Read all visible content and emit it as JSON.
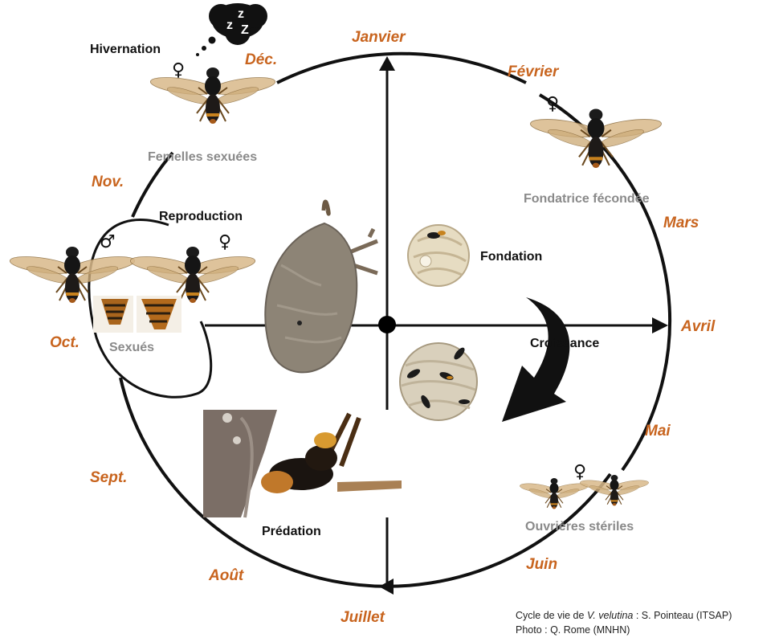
{
  "months": {
    "jan": "Janvier",
    "feb": "Février",
    "mar": "Mars",
    "apr": "Avril",
    "may": "Mai",
    "jun": "Juin",
    "jul": "Juillet",
    "aug": "Août",
    "sep": "Sept.",
    "oct": "Oct.",
    "nov": "Nov.",
    "dec": "Déc."
  },
  "stages": {
    "hibernation": "Hivernation",
    "sexed_females": "Femelles sexuées",
    "founder": "Fondatrice fécondée",
    "foundation": "Fondation",
    "growth": "Croissance",
    "workers": "Ouvrières stériles",
    "predation": "Prédation",
    "reproduction": "Reproduction",
    "sexed": "Sexués"
  },
  "symbols": {
    "female": "♀",
    "male": "♂",
    "zzz": [
      "z",
      "z",
      "Z"
    ]
  },
  "credits": {
    "line1_prefix": "Cycle de vie de ",
    "line1_species": "V. velutina",
    "line1_suffix": " : S. Pointeau (ITSAP)",
    "line2": "Photo : Q. Rome (MNHN)"
  },
  "colors": {
    "month_text": "#c8641e",
    "stage_gray": "#8a8a8a",
    "stage_black": "#111111",
    "cycle_line": "#111111"
  }
}
